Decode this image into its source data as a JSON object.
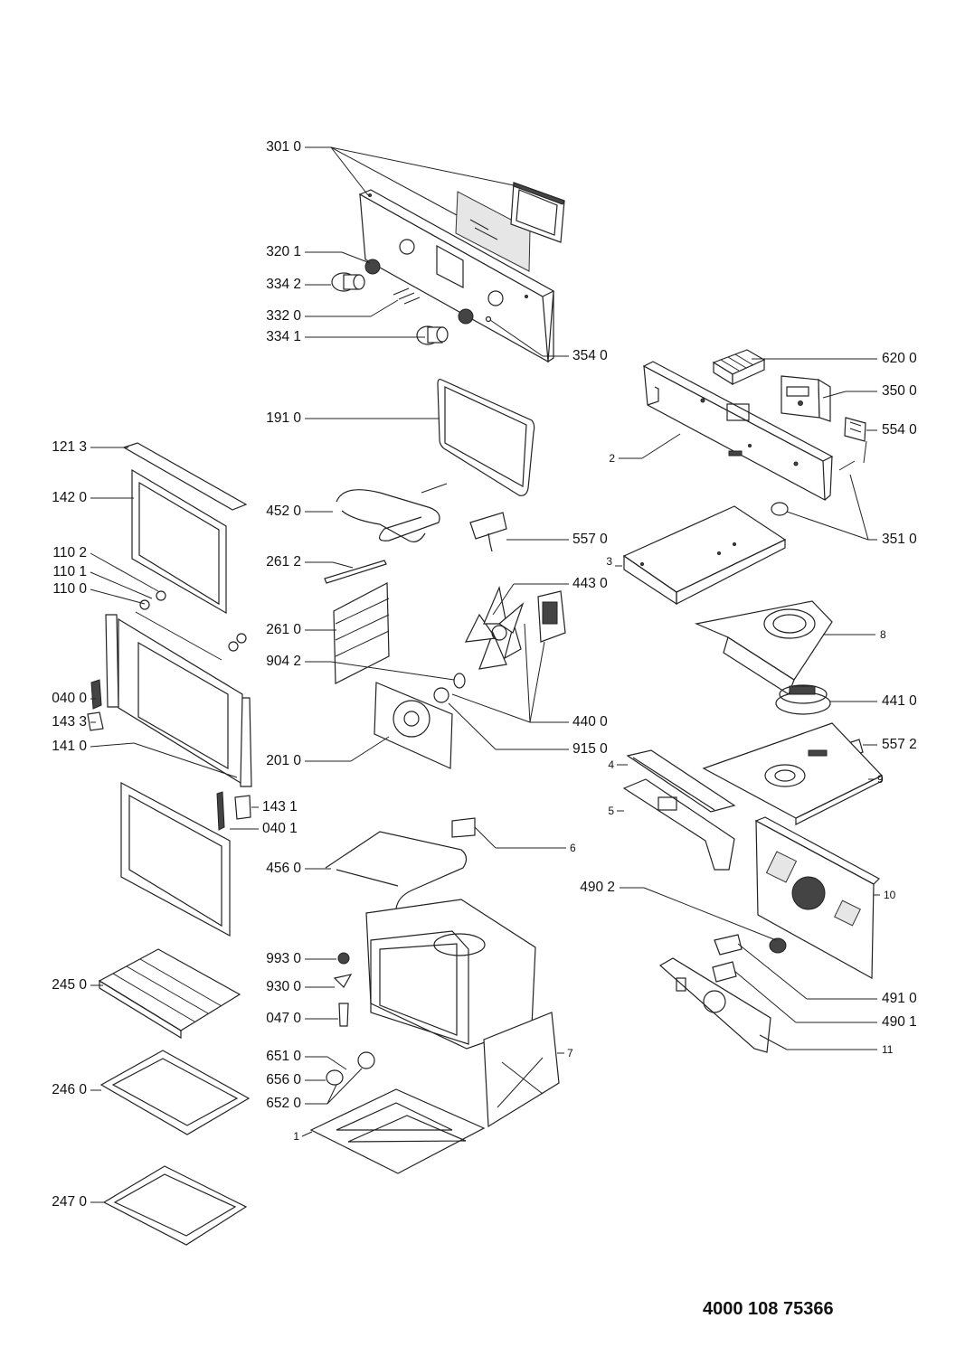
{
  "diagram": {
    "document_number": "4000 108 75366",
    "callouts": {
      "c3010": "301 0",
      "c3201": "320 1",
      "c3342": "334 2",
      "c3320": "332 0",
      "c3341": "334 1",
      "c3540": "354 0",
      "c6200": "620 0",
      "c3500": "350 0",
      "c5540": "554 0",
      "c1910": "191 0",
      "c2": "2",
      "c1213": "121 3",
      "c1420": "142 0",
      "c4520": "452 0",
      "c5570": "557 0",
      "c3510": "351 0",
      "c1102": "110 2",
      "c1101": "110 1",
      "c1100": "110 0",
      "c2612": "261 2",
      "c3": "3",
      "c4430": "443 0",
      "c2610": "261 0",
      "c8": "8",
      "c9042": "904 2",
      "c0400": "040 0",
      "c4410": "441 0",
      "c1433": "143 3",
      "c4400": "440 0",
      "c1410": "141 0",
      "c9150": "915 0",
      "c5572": "557 2",
      "c2010": "201 0",
      "c4": "4",
      "c9": "9",
      "c1431": "143 1",
      "c5": "5",
      "c0401": "040 1",
      "c6": "6",
      "c4560": "456 0",
      "c4902": "490 2",
      "c10": "10",
      "c9930": "993 0",
      "c2450": "245 0",
      "c9300": "930 0",
      "c4910": "491 0",
      "c0470": "047 0",
      "c4901": "490 1",
      "c11": "11",
      "c6510": "651 0",
      "c7": "7",
      "c6560": "656 0",
      "c2460": "246 0",
      "c6520": "652 0",
      "c1": "1",
      "c2470": "247 0"
    }
  }
}
